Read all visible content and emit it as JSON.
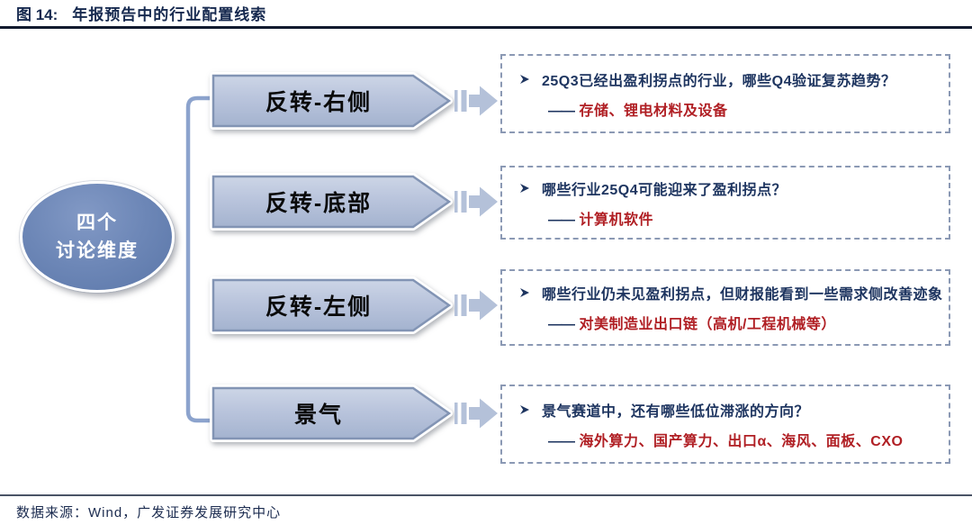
{
  "header": {
    "figure_label": "图 14:",
    "title": "年报预告中的行业配置线索"
  },
  "hub": {
    "line1": "四个",
    "line2": "讨论维度"
  },
  "answer_dash": "——",
  "rows": [
    {
      "label": "反转-右侧",
      "question": "25Q3已经出盈利拐点的行业，哪些Q4验证复苏趋势？",
      "answer": "存储、锂电材料及设备"
    },
    {
      "label": "反转-底部",
      "question": "哪些行业25Q4可能迎来了盈利拐点？",
      "answer": "计算机软件"
    },
    {
      "label": "反转-左侧",
      "question": "哪些行业仍未见盈利拐点，但财报能看到一些需求侧改善迹象",
      "answer": "对美制造业出口链（高机/工程机械等）"
    },
    {
      "label": "景气",
      "question": "景气赛道中，还有哪些低位滞涨的方向？",
      "answer": "海外算力、国产算力、出口α、海风、面板、CXO"
    }
  ],
  "footer": {
    "source": "数据来源：Wind，广发证券发展研究中心"
  },
  "icons": {
    "bullet": "arrowhead-right-icon",
    "connector": "striped-right-arrow-icon",
    "hub_shape": "ellipse",
    "row_shape": "pentagon-right"
  },
  "colors": {
    "navy_text": "#1e3560",
    "red_text": "#b01f24",
    "shape_fill": "#b9c4dc",
    "shape_border": "#8294b4",
    "hub_fill": "#6d87b7",
    "connector_line": "#8ca3cd",
    "dashed_border": "#8b99b4"
  }
}
